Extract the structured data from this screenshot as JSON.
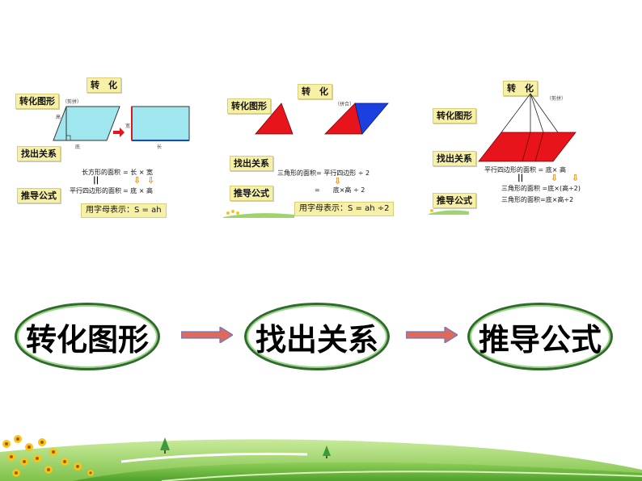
{
  "panel1": {
    "title": "转　化",
    "step1": "转化图形",
    "note": "（剪拼）",
    "tall_label": "高",
    "base_label": "底",
    "width_label": "宽",
    "length_label": "长",
    "step2": "找出关系",
    "step3": "推导公式",
    "rel1_left": "长方形的面积",
    "rel1_right": "= 长 × 宽",
    "eq_mark": "||",
    "rel2_left": "平行四边形的面积",
    "rel2_right": "= 底 × 高",
    "formula": "用字母表示：S = ah"
  },
  "panel2": {
    "title": "转　化",
    "step1": "转化图形",
    "note": "（拼合）",
    "step2": "找出关系",
    "step3": "推导公式",
    "rel1": "三角形的面积= 平行四边形 ÷ 2",
    "rel2": "=　　底×高 ÷ 2",
    "formula": "用字母表示：S = ah ÷2"
  },
  "panel3": {
    "title": "转　化",
    "note": "（剪拼）",
    "step1": "转化图形",
    "step2": "找出关系",
    "step3": "推导公式",
    "rel1": "平行四边形的面积 = 底× 高",
    "eq_mark": "||",
    "rel2": "三角形的面积 =底×(高÷2)",
    "rel3": "三角形的面积=底×高÷2"
  },
  "flow": {
    "step1": "转化图形",
    "step2": "找出关系",
    "step3": "推导公式"
  },
  "colors": {
    "red": "#e8141c",
    "blue": "#1c3fe0",
    "cyan": "#9fe6ee",
    "label_bg": "#f7f0a8",
    "arrow": "#e06a5a",
    "pill_border": "#2f6b2a"
  }
}
